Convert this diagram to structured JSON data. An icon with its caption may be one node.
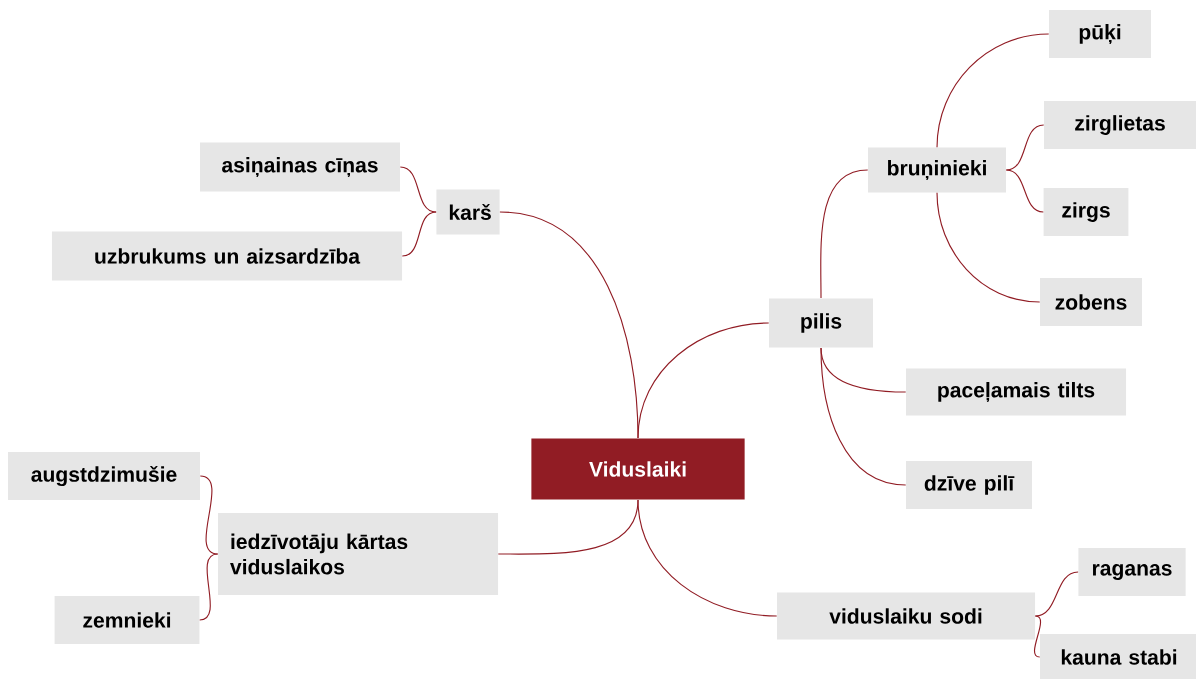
{
  "diagram": {
    "nodes": [
      {
        "text": [
          "Viduslaiki"
        ]
      },
      {
        "text": [
          "karš"
        ]
      },
      {
        "text": [
          "asiņainas cīņas"
        ]
      },
      {
        "text": [
          "uzbrukums un aizsardzība"
        ]
      },
      {
        "text": [
          "pilis"
        ]
      },
      {
        "text": [
          "bruņinieki"
        ]
      },
      {
        "text": [
          "pūķi"
        ]
      },
      {
        "text": [
          "zirglietas"
        ]
      },
      {
        "text": [
          "zirgs"
        ]
      },
      {
        "text": [
          "zobens"
        ]
      },
      {
        "text": [
          "paceļamais tilts"
        ]
      },
      {
        "text": [
          "dzīve pilī"
        ]
      },
      {
        "text": [
          "iedzīvotāju kārtas viduslaikos"
        ]
      },
      {
        "text": [
          "augstdzimušie"
        ]
      },
      {
        "text": [
          "zemnieki"
        ]
      },
      {
        "text": [
          "viduslaiku sodi"
        ]
      },
      {
        "text": [
          "raganas"
        ]
      },
      {
        "text": [
          "kauna stabi"
        ]
      }
    ],
    "edges": [
      {
        "from": 0,
        "to": 1,
        "arrow": "none"
      },
      {
        "from": 1,
        "to": 2,
        "arrow": "none"
      },
      {
        "from": 1,
        "to": 3,
        "arrow": "none"
      },
      {
        "from": 0,
        "to": 4,
        "arrow": "none"
      },
      {
        "from": 4,
        "to": 5,
        "arrow": "none"
      },
      {
        "from": 5,
        "to": 6,
        "arrow": "none"
      },
      {
        "from": 5,
        "to": 7,
        "arrow": "none"
      },
      {
        "from": 5,
        "to": 8,
        "arrow": "none"
      },
      {
        "from": 5,
        "to": 9,
        "arrow": "none"
      },
      {
        "from": 4,
        "to": 10,
        "arrow": "none"
      },
      {
        "from": 4,
        "to": 11,
        "arrow": "none"
      },
      {
        "from": 0,
        "to": 12,
        "arrow": "none"
      },
      {
        "from": 12,
        "to": 13,
        "arrow": "none"
      },
      {
        "from": 12,
        "to": 14,
        "arrow": "none"
      },
      {
        "from": 0,
        "to": 15,
        "arrow": "none"
      },
      {
        "from": 15,
        "to": 16,
        "arrow": "none"
      },
      {
        "from": 15,
        "to": 17,
        "arrow": "none"
      }
    ]
  }
}
